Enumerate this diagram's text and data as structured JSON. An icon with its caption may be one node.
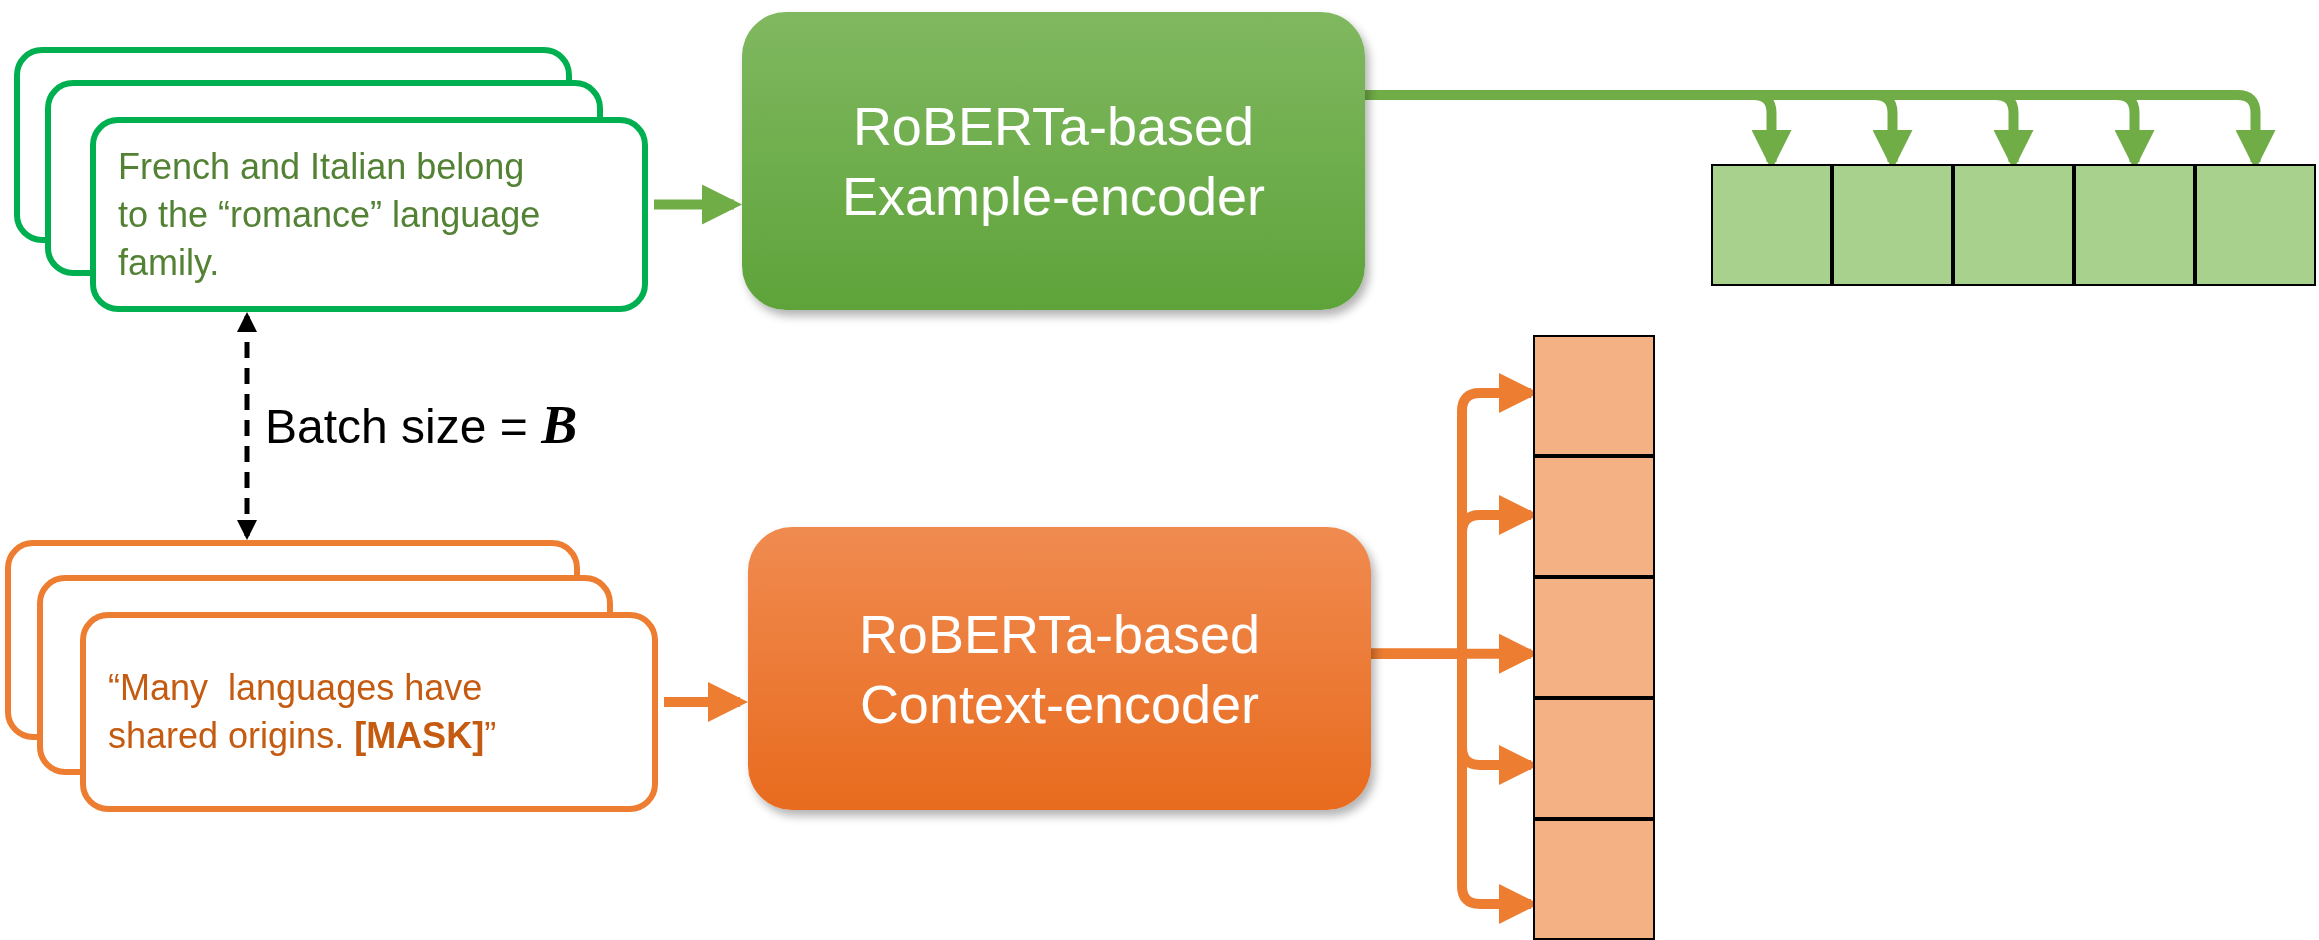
{
  "diagram": {
    "nodes": [
      {
        "text": [
          "French and Italian belong to the “romance” language family."
        ]
      },
      {
        "text": [
          "RoBERTa-based Example-encoder"
        ]
      },
      {
        "text": [],
        "shape": "box"
      },
      {
        "text": [],
        "shape": "box"
      },
      {
        "text": [],
        "shape": "box"
      },
      {
        "text": [],
        "shape": "box"
      },
      {
        "text": [],
        "shape": "box"
      },
      {
        "text": [
          "“Many  languages have shared origins. **[MASK]**”"
        ]
      },
      {
        "text": [
          "RoBERTa-based Context-encoder"
        ]
      },
      {
        "text": [],
        "shape": "box"
      },
      {
        "text": [],
        "shape": "box"
      },
      {
        "text": [],
        "shape": "box"
      },
      {
        "text": [],
        "shape": "box"
      },
      {
        "text": [],
        "shape": "box"
      }
    ],
    "edges": [
      {
        "from": 0,
        "to": 1,
        "arrow": "to",
        "color": "#70ad47"
      },
      {
        "from": 1,
        "to": 2,
        "arrow": "to",
        "color": "#70ad47"
      },
      {
        "from": 1,
        "to": 3,
        "arrow": "to",
        "color": "#70ad47"
      },
      {
        "from": 1,
        "to": 4,
        "arrow": "to",
        "color": "#70ad47"
      },
      {
        "from": 1,
        "to": 5,
        "arrow": "to",
        "color": "#70ad47"
      },
      {
        "from": 1,
        "to": 6,
        "arrow": "to",
        "color": "#70ad47"
      },
      {
        "from": 0,
        "to": 7,
        "arrow": "both",
        "style": "dashed",
        "color": "#000000",
        "label": "Batch size = *B*"
      },
      {
        "from": 7,
        "to": 8,
        "arrow": "to",
        "color": "#ed7d31"
      },
      {
        "from": 8,
        "to": 9,
        "arrow": "to",
        "color": "#ed7d31"
      },
      {
        "from": 8,
        "to": 10,
        "arrow": "to",
        "color": "#ed7d31"
      },
      {
        "from": 8,
        "to": 11,
        "arrow": "to",
        "color": "#ed7d31"
      },
      {
        "from": 8,
        "to": 12,
        "arrow": "to",
        "color": "#ed7d31"
      },
      {
        "from": 8,
        "to": 13,
        "arrow": "to",
        "color": "#ed7d31"
      }
    ]
  }
}
